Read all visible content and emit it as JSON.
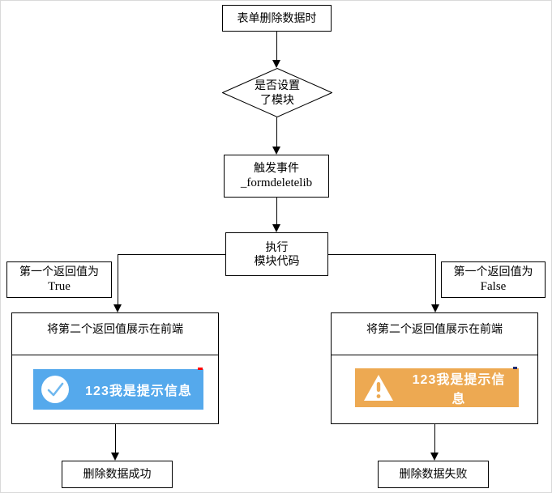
{
  "colors": {
    "line": "#000000",
    "node_bg": "#ffffff",
    "toast_success_bg": "#55a9ec",
    "toast_success_icon_stroke": "#6fb8ef",
    "toast_warning_bg": "#eda952",
    "toast_text": "#ffffff",
    "artifact_red": "#ff0000",
    "artifact_navy": "#1f2a6e"
  },
  "nodes": {
    "start": {
      "label": "表单删除数据时"
    },
    "decision": {
      "line1": "是否设置",
      "line2": "了模块"
    },
    "trigger": {
      "line1": "触发事件",
      "line2": "_formdeletelib"
    },
    "exec": {
      "line1": "执行",
      "line2": "模块代码"
    },
    "left_condition": {
      "line1": "第一个返回值为",
      "line2": "True"
    },
    "right_condition": {
      "line1": "第一个返回值为",
      "line2": "False"
    },
    "left_display": {
      "header": "将第二个返回值展示在前端",
      "toast_text": "123我是提示信息",
      "toast_icon": "check-circle-icon"
    },
    "right_display": {
      "header": "将第二个返回值展示在前端",
      "toast_text": "123我是提示信息",
      "toast_icon": "warning-triangle-icon"
    },
    "success": {
      "label": "删除数据成功"
    },
    "fail": {
      "label": "删除数据失败"
    }
  },
  "edges": [
    {
      "from": "start",
      "to": "decision"
    },
    {
      "from": "decision",
      "to": "trigger"
    },
    {
      "from": "trigger",
      "to": "exec"
    },
    {
      "from": "exec",
      "to": "left_display",
      "via": "left_condition (True)"
    },
    {
      "from": "exec",
      "to": "right_display",
      "via": "right_condition (False)"
    },
    {
      "from": "left_display",
      "to": "success"
    },
    {
      "from": "right_display",
      "to": "fail"
    }
  ]
}
